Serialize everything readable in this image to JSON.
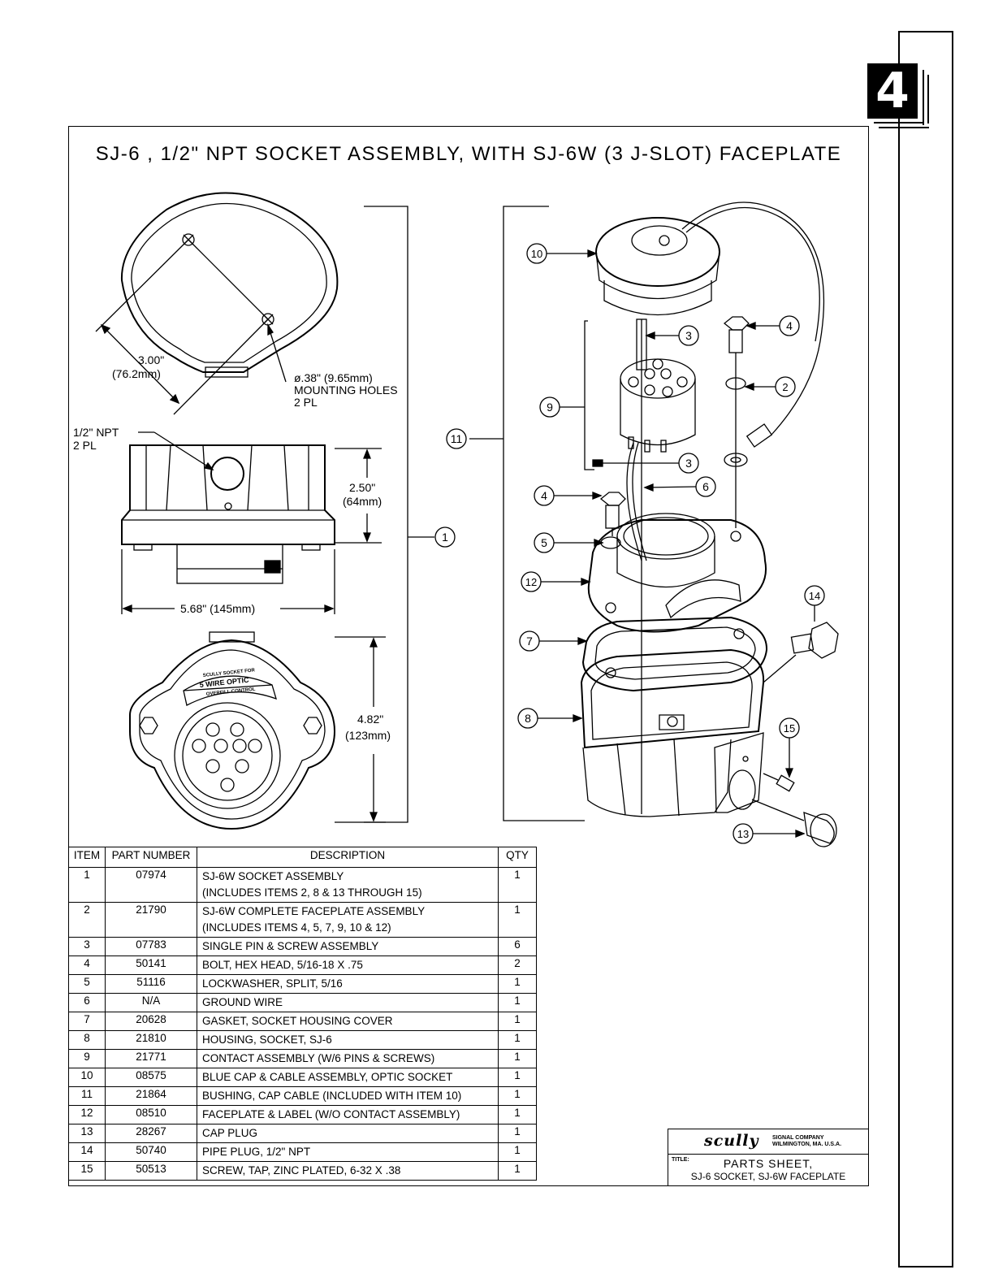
{
  "section_tab": "4",
  "sheet_title": "SJ-6 , 1/2\" NPT SOCKET ASSEMBLY, WITH SJ-6W (3 J-SLOT) FACEPLATE",
  "dimensions": {
    "mount_spacing": "3.00\"",
    "mount_spacing_mm": "(76.2mm)",
    "hole_diameter": "ø.38\" (9.65mm)",
    "hole_label_1": "MOUNTING HOLES",
    "hole_label_2": "2 PL",
    "npt_label": "1/2\" NPT",
    "npt_qty": "2 PL",
    "height": "2.50\"",
    "height_mm": "(64mm)",
    "width": "5.68\" (145mm)",
    "face_height": "4.82\"",
    "face_height_mm": "(123mm)"
  },
  "faceplate_label": {
    "line1": "SCULLY SOCKET FOR",
    "line2": "5 WIRE OPTIC",
    "line3": "OVERFILL CONTROL"
  },
  "callouts": [
    "1",
    "2",
    "3",
    "3",
    "4",
    "4",
    "5",
    "6",
    "7",
    "8",
    "9",
    "10",
    "11",
    "12",
    "13",
    "14",
    "15"
  ],
  "parts_table": {
    "headers": {
      "item": "ITEM",
      "part_number": "PART NUMBER",
      "description": "DESCRIPTION",
      "qty": "QTY"
    },
    "rows": [
      {
        "item": "1",
        "part": "07974",
        "desc": [
          "SJ-6W SOCKET ASSEMBLY",
          "(INCLUDES ITEMS 2, 8 & 13 THROUGH 15)"
        ],
        "qty": "1"
      },
      {
        "item": "2",
        "part": "21790",
        "desc": [
          "SJ-6W COMPLETE FACEPLATE ASSEMBLY",
          "(INCLUDES ITEMS 4, 5, 7, 9, 10 & 12)"
        ],
        "qty": "1"
      },
      {
        "item": "3",
        "part": "07783",
        "desc": [
          "SINGLE PIN & SCREW ASSEMBLY"
        ],
        "qty": "6"
      },
      {
        "item": "4",
        "part": "50141",
        "desc": [
          "BOLT, HEX HEAD, 5/16-18 X .75"
        ],
        "qty": "2"
      },
      {
        "item": "5",
        "part": "51116",
        "desc": [
          "LOCKWASHER, SPLIT, 5/16"
        ],
        "qty": "1"
      },
      {
        "item": "6",
        "part": "N/A",
        "desc": [
          "GROUND WIRE"
        ],
        "qty": "1"
      },
      {
        "item": "7",
        "part": "20628",
        "desc": [
          "GASKET, SOCKET HOUSING COVER"
        ],
        "qty": "1"
      },
      {
        "item": "8",
        "part": "21810",
        "desc": [
          "HOUSING, SOCKET, SJ-6"
        ],
        "qty": "1"
      },
      {
        "item": "9",
        "part": "21771",
        "desc": [
          "CONTACT ASSEMBLY (W/6 PINS & SCREWS)"
        ],
        "qty": "1"
      },
      {
        "item": "10",
        "part": "08575",
        "desc": [
          "BLUE CAP & CABLE ASSEMBLY, OPTIC SOCKET"
        ],
        "qty": "1"
      },
      {
        "item": "11",
        "part": "21864",
        "desc": [
          "BUSHING, CAP CABLE (INCLUDED WITH ITEM 10)"
        ],
        "qty": "1"
      },
      {
        "item": "12",
        "part": "08510",
        "desc": [
          "FACEPLATE & LABEL (W/O CONTACT ASSEMBLY)"
        ],
        "qty": "1"
      },
      {
        "item": "13",
        "part": "28267",
        "desc": [
          "CAP PLUG"
        ],
        "qty": "1"
      },
      {
        "item": "14",
        "part": "50740",
        "desc": [
          "PIPE PLUG, 1/2\" NPT"
        ],
        "qty": "1"
      },
      {
        "item": "15",
        "part": "50513",
        "desc": [
          "SCREW, TAP, ZINC PLATED, 6-32 X .38"
        ],
        "qty": "1"
      }
    ]
  },
  "title_block": {
    "logo": "scully",
    "company_1": "SIGNAL COMPANY",
    "company_2": "WILMINGTON, MA. U.S.A.",
    "title_label": "TITLE:",
    "title_1": "PARTS SHEET,",
    "title_2": "SJ-6 SOCKET, SJ-6W FACEPLATE"
  }
}
